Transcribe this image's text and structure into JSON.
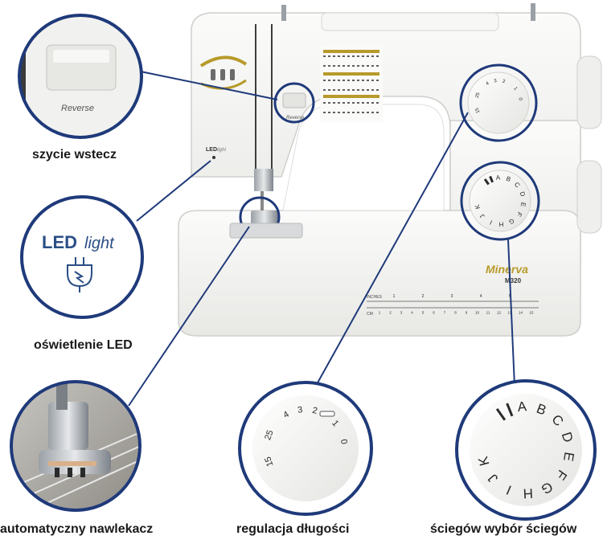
{
  "colors": {
    "ring": "#1f3a7a",
    "machine_body": "#f3f3f1",
    "machine_shadow": "#d9d9d6",
    "brand_gold": "#b79a2a",
    "dial": "#f7f7f5",
    "text_dark": "#1a1a1a"
  },
  "machine": {
    "brand": "Minerva",
    "model": "M320",
    "reverse_label": "Reverse",
    "led_label_bold": "LED",
    "led_label_light": "light",
    "ruler_top_unit": "INCHES",
    "ruler_bottom_unit": "CM",
    "ruler_inches": [
      "1",
      "2",
      "3",
      "4",
      "5"
    ],
    "ruler_cm": [
      "1",
      "2",
      "3",
      "4",
      "5",
      "6",
      "7",
      "8",
      "9",
      "10",
      "11",
      "12",
      "13",
      "14",
      "15"
    ]
  },
  "length_dial": {
    "labels": [
      "4",
      "3",
      "2",
      "1",
      "0",
      "25",
      "15"
    ]
  },
  "stitch_dial": {
    "letters": [
      "A",
      "B",
      "C",
      "D",
      "E",
      "F",
      "G",
      "H",
      "I",
      "J",
      "K"
    ]
  },
  "callouts": {
    "reverse": {
      "inset_label": "Reverse",
      "caption": "szycie wstecz"
    },
    "led": {
      "inset_bold": "LED",
      "inset_light": "light",
      "caption": "oświetlenie LED"
    },
    "threader": {
      "caption": "automatyczny nawlekacz"
    },
    "length": {
      "caption": "regulacja długości"
    },
    "stitch": {
      "caption": "ściegów wybór ściegów"
    }
  },
  "icons": {
    "led_icon": "plug-bulb-icon",
    "wheel_icon": "handwheel-icon"
  }
}
